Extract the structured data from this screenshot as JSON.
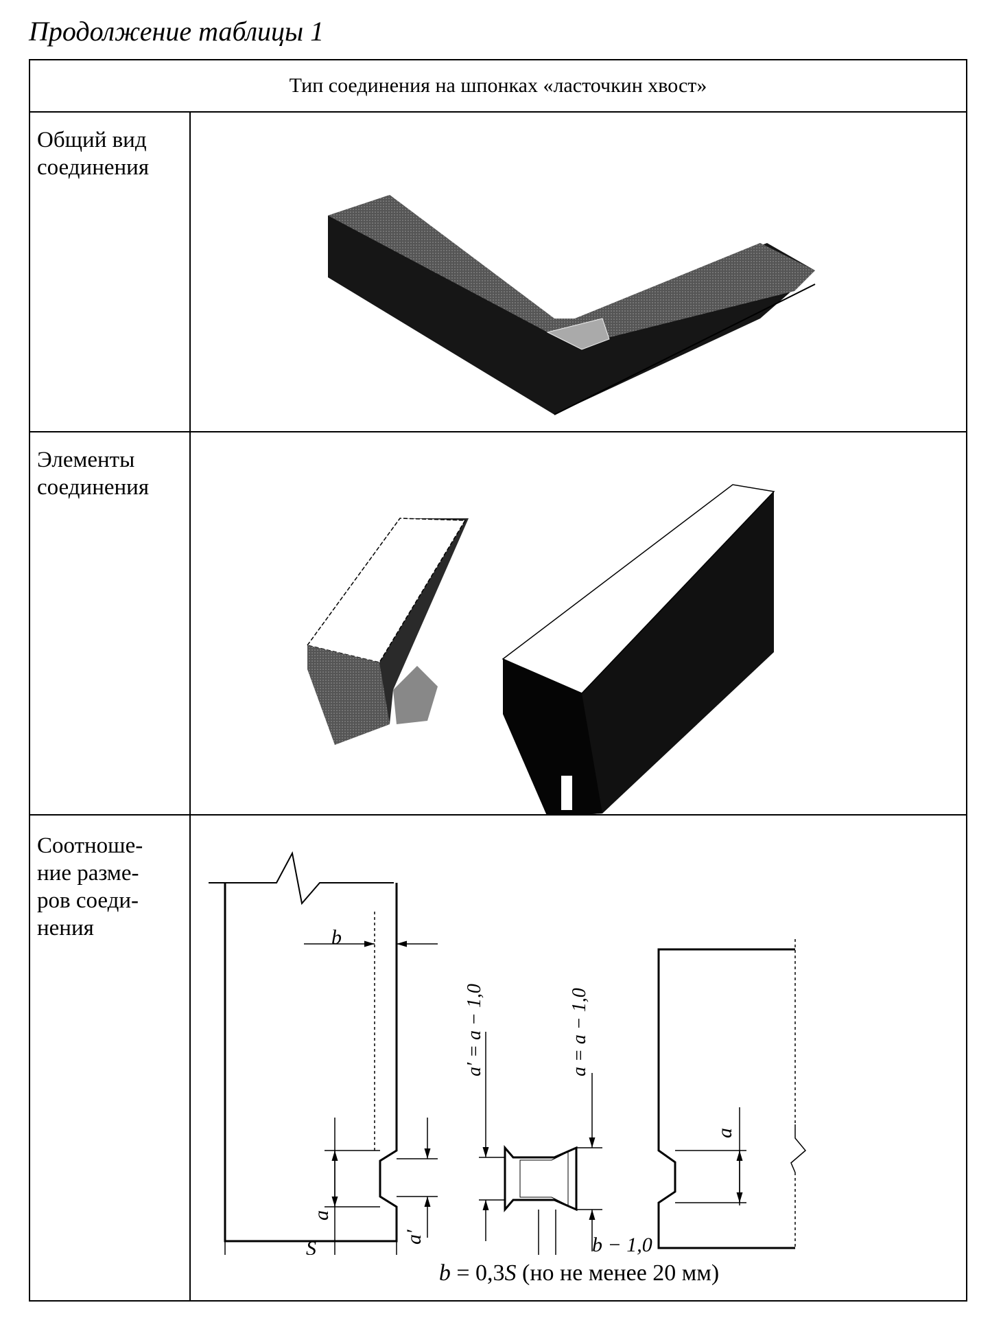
{
  "caption": "Продолжение таблицы 1",
  "table": {
    "header": "Тип соединения на шпонках «ласточкин хвост»",
    "rows": [
      {
        "label_lines": [
          "Общий вид",
          "соединения"
        ]
      },
      {
        "label_lines": [
          "Элементы",
          "соединения"
        ]
      },
      {
        "label_lines": [
          "Соотноше-",
          "ние разме-",
          "ров соеди-",
          "нения"
        ]
      }
    ]
  },
  "drawing_labels": {
    "b": "b",
    "a_left": "a",
    "a_prime_left": "a′",
    "S": "S",
    "a_prime_eq": "a′ = a − 1,0",
    "a_eq": "a = a − 1,0",
    "b_minus": "b − 1,0",
    "a_right": "a"
  },
  "formula": {
    "var": "b",
    "eq": " = 0,3",
    "S": "S",
    "note": " (но не менее 20 мм)"
  }
}
